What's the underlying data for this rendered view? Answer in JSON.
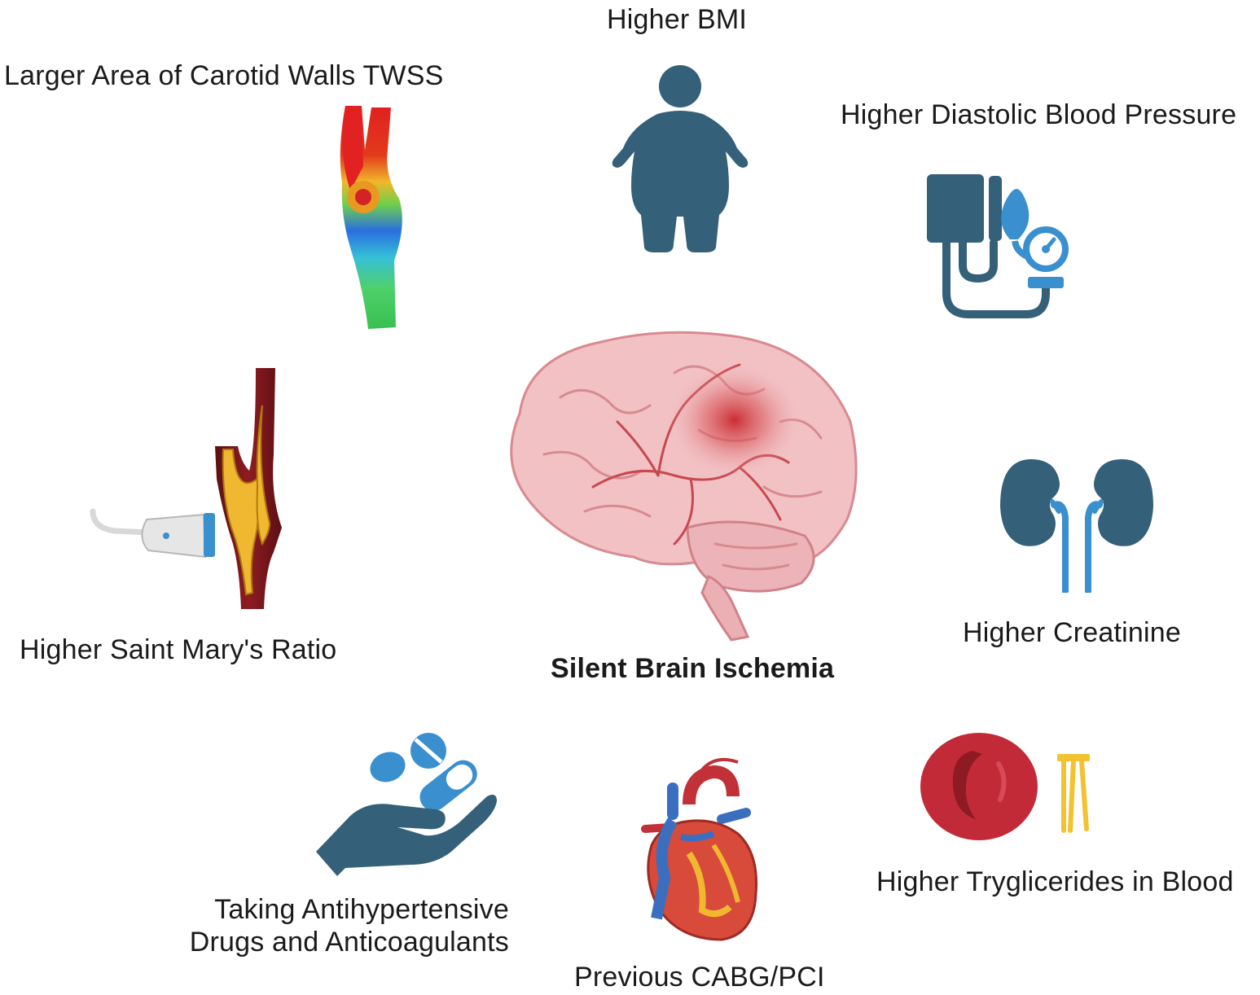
{
  "center": {
    "label": "Silent Brain Ischemia",
    "icon": "brain-icon"
  },
  "factors": {
    "bmi": {
      "label": "Higher BMI",
      "icon": "obese-person-icon"
    },
    "carotid_twss": {
      "label": "Larger Area of Carotid Walls TWSS",
      "icon": "carotid-wss-map-icon"
    },
    "diastolic_bp": {
      "label": "Higher Diastolic Blood Pressure",
      "icon": "blood-pressure-cuff-icon"
    },
    "saint_marys": {
      "label": "Higher Saint Mary's Ratio",
      "icon": "carotid-ultrasound-icon"
    },
    "creatinine": {
      "label": "Higher Creatinine",
      "icon": "kidneys-icon"
    },
    "drugs": {
      "line1": "Taking Antihypertensive",
      "line2": "Drugs and Anticoagulants",
      "icon": "hand-pills-icon"
    },
    "cabg": {
      "label": "Previous CABG/PCI",
      "icon": "heart-icon"
    },
    "triglycerides": {
      "label": "Higher Tryglicerides in Blood",
      "icon": "red-blood-cell-lipid-icon"
    }
  },
  "colors": {
    "icon_dark": "#34607a",
    "icon_blue": "#3a8fcf",
    "brain_pink": "#f2c1c4",
    "ischemia_red": "#c8262c",
    "blood_red": "#c22a38",
    "lipid_yellow": "#f2c230"
  }
}
